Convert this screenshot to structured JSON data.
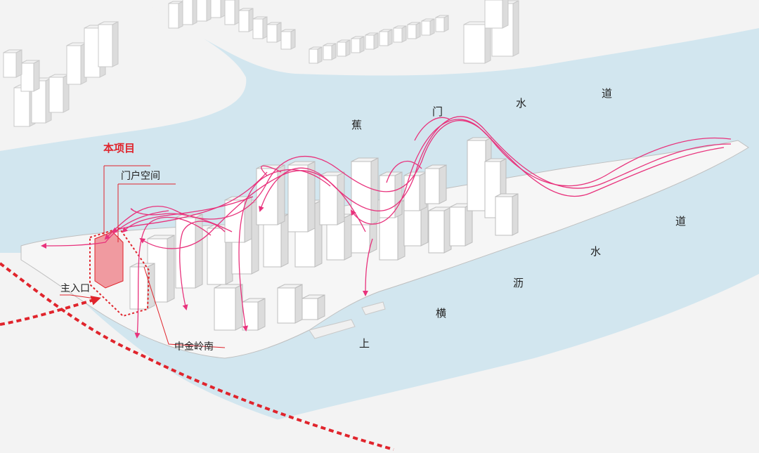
{
  "labels": {
    "project": "本项目",
    "gateway_space": "门户空间",
    "main_entrance": "主入口",
    "zhongjinling_south": "中金岭南"
  },
  "water": {
    "jiaomen_north": [
      "蕉",
      "门",
      "水",
      "道"
    ],
    "east_label": [
      "道",
      "水"
    ],
    "hengli_south": [
      "沥",
      "横",
      "上"
    ]
  },
  "colors": {
    "water": "#d2e6ef",
    "land": "#f4f4f4",
    "building": "#ffffff",
    "building_shade": "#dcdcdc",
    "wind_arrows": "#e8327c",
    "highlight": "#e0242c"
  }
}
